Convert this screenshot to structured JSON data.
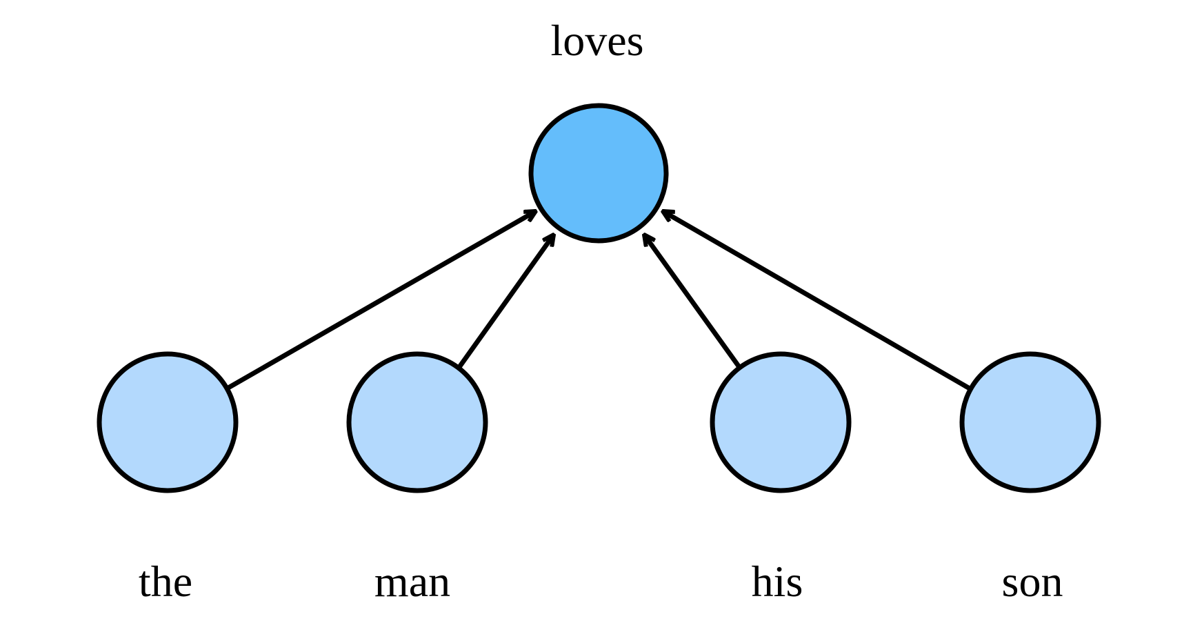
{
  "center_word": {
    "label": "loves",
    "fill": "#64bdfb"
  },
  "context_words": [
    {
      "label": "the",
      "fill": "#b3d9fd"
    },
    {
      "label": "man",
      "fill": "#b3d9fd"
    },
    {
      "label": "his",
      "fill": "#b3d9fd"
    },
    {
      "label": "son",
      "fill": "#b3d9fd"
    }
  ],
  "colors": {
    "stroke": "#000000",
    "background": "#ffffff"
  }
}
